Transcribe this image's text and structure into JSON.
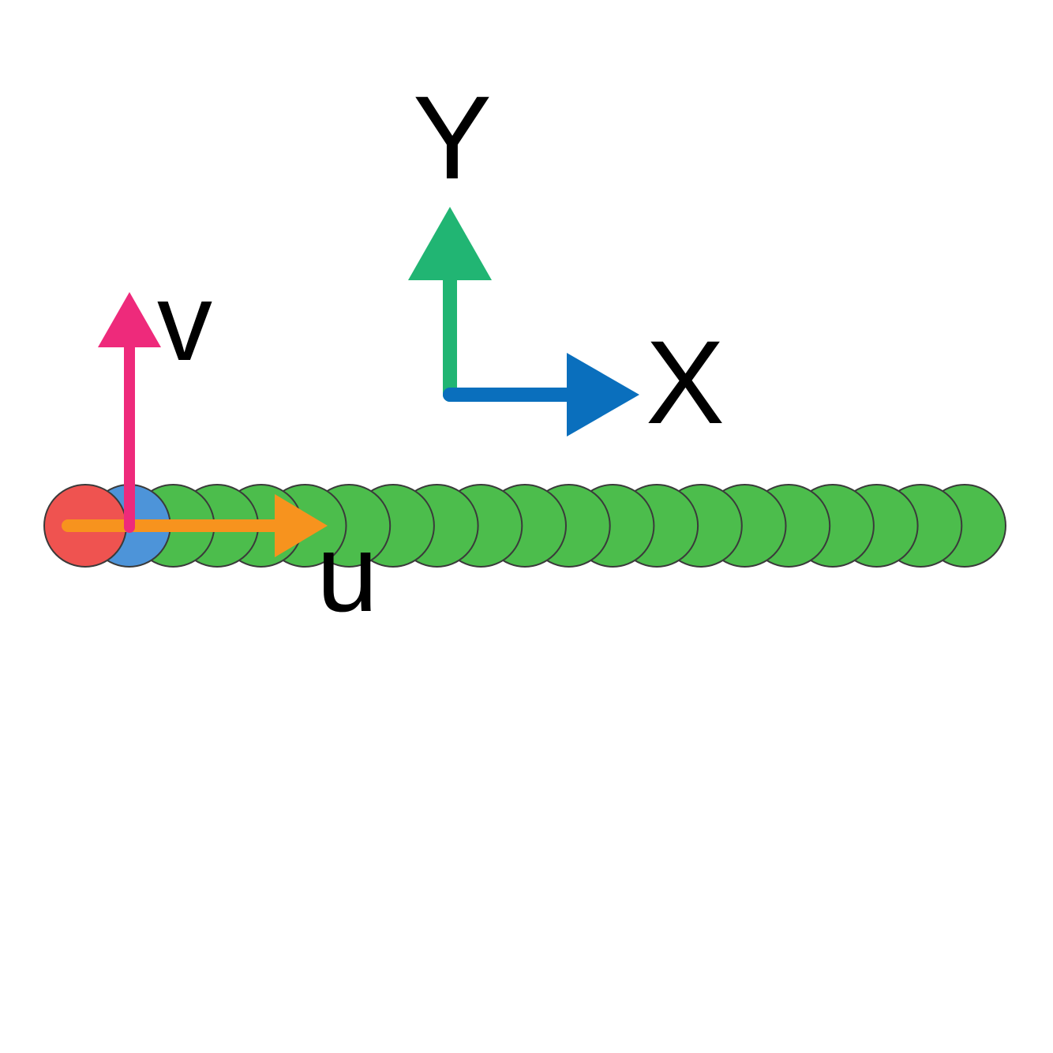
{
  "labels": {
    "global_x": "X",
    "global_y": "Y",
    "local_u": "u",
    "local_v": "v"
  },
  "colors": {
    "global_x_arrow": "#0a6fbd",
    "global_y_arrow": "#21b573",
    "local_u_arrow": "#f7931e",
    "local_v_arrow": "#ee2a7b",
    "chain_body": "#4cbd4c",
    "chain_head": "#ef5350",
    "chain_second": "#4d94d9",
    "outline": "#3a3a3a"
  },
  "chain": {
    "segment_count": 21
  }
}
